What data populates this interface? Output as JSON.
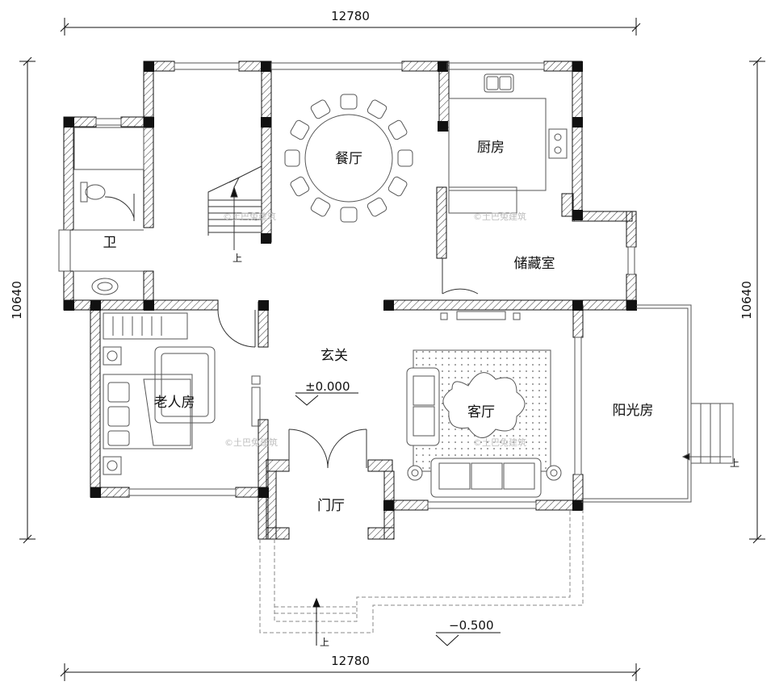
{
  "dimensions": {
    "top_width": "12780",
    "bottom_width": "12780",
    "left_depth": "10640",
    "right_depth": "10640"
  },
  "rooms": {
    "dining": "餐厅",
    "kitchen": "厨房",
    "bathroom": "卫",
    "storage": "储藏室",
    "foyer": "玄关",
    "elder_bedroom": "老人房",
    "living": "客厅",
    "sunroom": "阳光房",
    "entry_hall": "门厅"
  },
  "levels": {
    "floor": "±0.000",
    "outdoor": "−0.500"
  },
  "stair_marks": {
    "up": "上"
  },
  "watermark": "©土巴兔建筑"
}
